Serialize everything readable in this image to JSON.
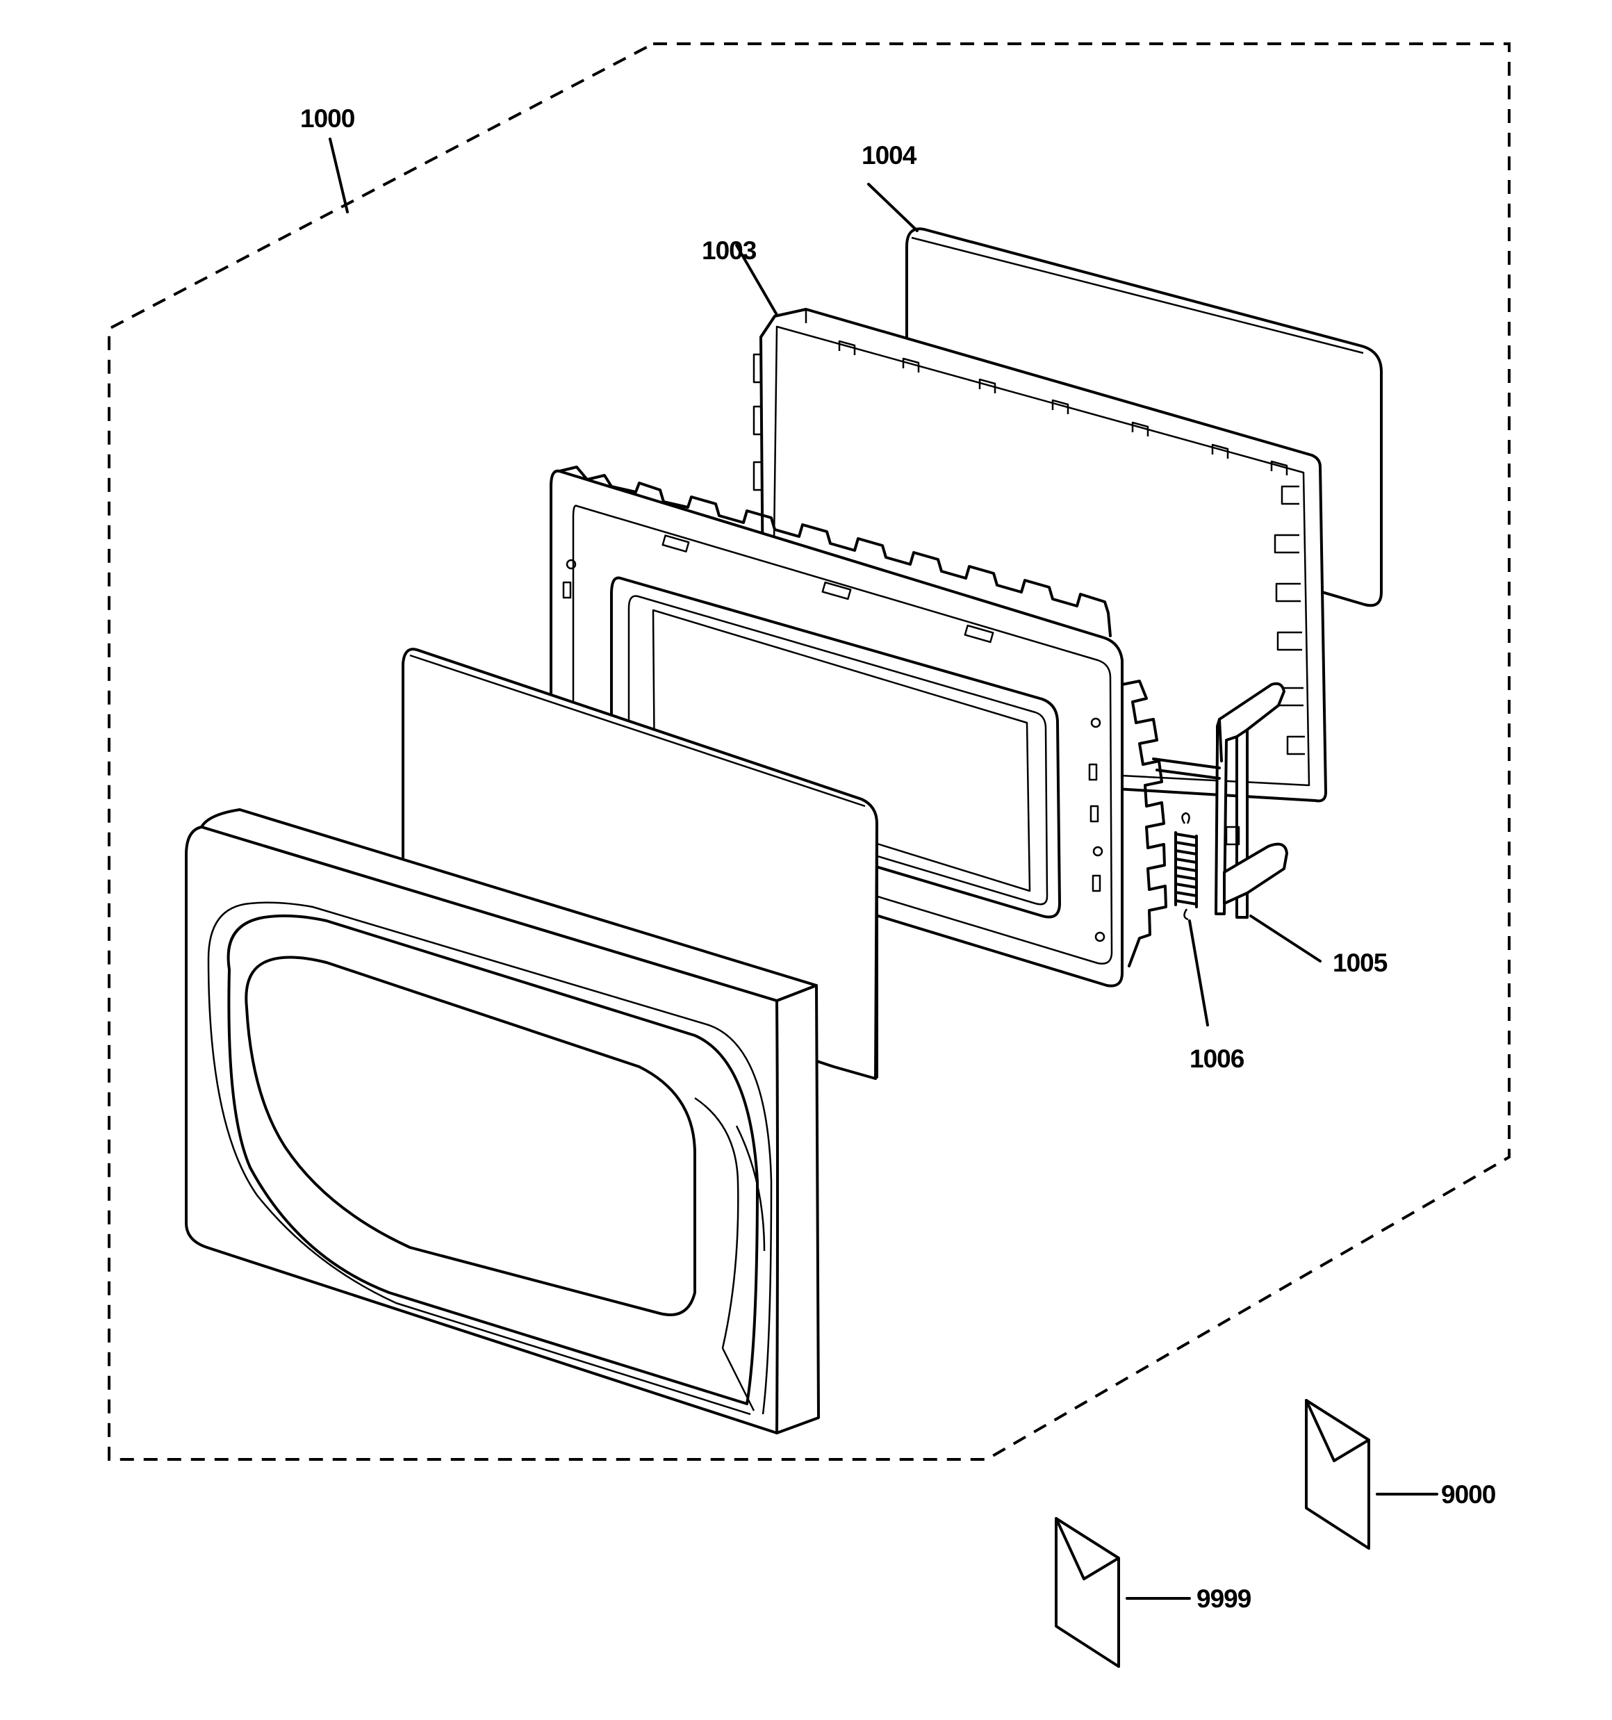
{
  "colors": {
    "line": "#000000",
    "background": "#ffffff"
  },
  "labels": {
    "assembly": "1000",
    "choke": "1003",
    "outer_panel": "1004",
    "latch": "1005",
    "spring": "1006",
    "literature": "9000",
    "instructions": "9999"
  }
}
